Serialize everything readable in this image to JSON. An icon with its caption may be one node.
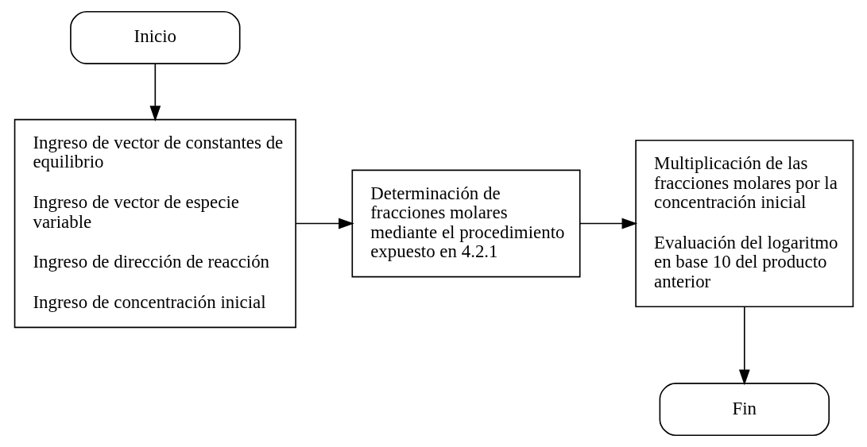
{
  "diagram": {
    "nodes": [
      {
        "text": [
          "Inicio"
        ]
      },
      {
        "text": [
          "Ingreso de vector de constantes de equilibrio",
          "Ingreso de vector de especie variable",
          "Ingreso de dirección de reacción",
          "Ingreso de concentración inicial"
        ]
      },
      {
        "text": [
          "Determinación de fracciones molares mediante el procedimiento expuesto en 4.2.1"
        ]
      },
      {
        "text": [
          "Multiplicación de las fracciones molares por la concentración inicial",
          "Evaluación del logaritmo en base 10 del producto anterior"
        ]
      },
      {
        "text": [
          "Fin"
        ]
      }
    ],
    "edges": [
      {
        "from": 0,
        "to": 1,
        "arrow": "to"
      },
      {
        "from": 1,
        "to": 2,
        "arrow": "to"
      },
      {
        "from": 2,
        "to": 3,
        "arrow": "to"
      },
      {
        "from": 3,
        "to": 4,
        "arrow": "to"
      }
    ]
  }
}
